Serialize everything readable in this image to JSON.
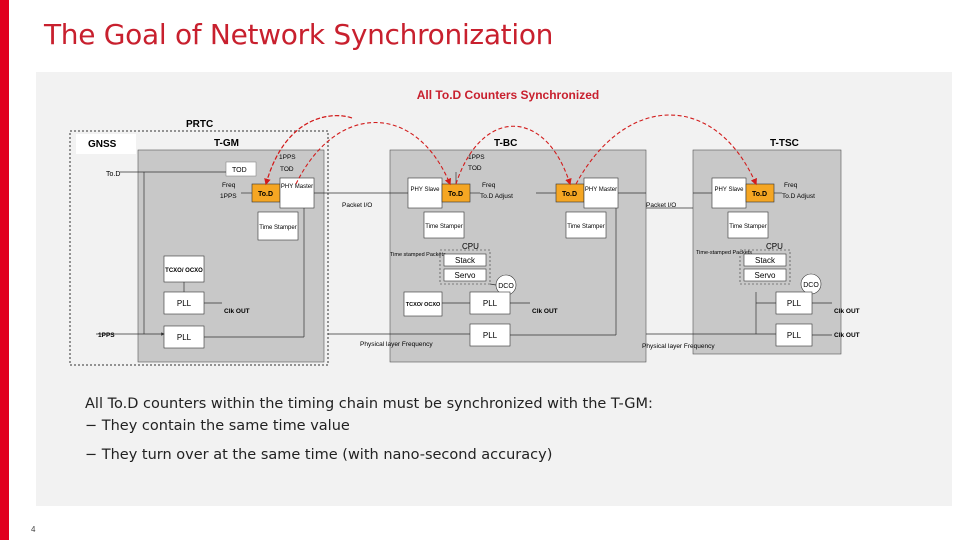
{
  "slide": {
    "title": "The Goal of Network Synchronization",
    "page_number": "4",
    "accent_color": "#e1001e",
    "title_color": "#c8202e"
  },
  "diagram": {
    "headline": "All To.D Counters Synchronized",
    "sections": {
      "gnss": "GNSS",
      "prtc": "PRTC",
      "tgm": "T-GM",
      "tbc": "T-BC",
      "ttsc": "T-TSC"
    },
    "gm": {
      "tod_left": "To.D",
      "tod_label": "TOD",
      "pps_top": "1PPS",
      "tod_top": "TOD",
      "freq": "Freq",
      "pps_left": "1PPS",
      "tod_box": "To.D",
      "phy_master": "PHY Master",
      "time_stamper": "Time Stamper",
      "tcxo": "TCXO/ OCXO",
      "pll1": "PLL",
      "pll2": "PLL",
      "clk_out": "Clk OUT",
      "pps_bottom": "1PPS"
    },
    "links": {
      "packet_io_1": "Packet I/O",
      "packet_io_2": "Packet I/O",
      "phys_freq_1": "Physical layer Frequency",
      "phys_freq_2": "Physical layer Frequency"
    },
    "bc": {
      "pps_top": "1PPS",
      "tod_top": "TOD",
      "phy_slave": "PHY Slave",
      "tod_box_1": "To.D",
      "freq": "Freq",
      "tod_adjust": "To.D Adjust",
      "tod_box_2": "To.D",
      "phy_master": "PHY Master",
      "time_stamper_1": "Time Stamper",
      "time_stamper_2": "Time Stamper",
      "time_stamped_packets": "Time stamped Packets",
      "cpu": "CPU",
      "stack": "Stack",
      "servo": "Servo",
      "dco": "DCO",
      "tcxo": "TCXO/ OCXO",
      "pll1": "PLL",
      "pll2": "PLL",
      "clk_out": "Clk OUT"
    },
    "tsc": {
      "phy_slave": "PHY Slave",
      "tod_box": "To.D",
      "freq": "Freq",
      "tod_adjust": "To.D Adjust",
      "time_stamper": "Time Stamper",
      "time_stamped_packets": "Time-stamped Packets",
      "cpu": "CPU",
      "stack": "Stack",
      "servo": "Servo",
      "dco": "DCO",
      "pll1": "PLL",
      "pll2": "PLL",
      "clk_out_1": "Clk OUT",
      "clk_out_2": "Clk OUT"
    }
  },
  "bullets": {
    "lead": "All To.D counters within the timing chain must be synchronized with the T-GM:",
    "item1": "− They contain the same time value",
    "item2": "− They turn over at the same time (with nano-second accuracy)"
  }
}
